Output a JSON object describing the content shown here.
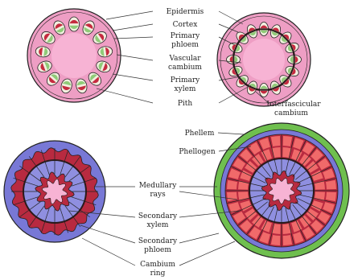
{
  "colors": {
    "pink": "#ee9ec4",
    "pith_pink": "#f7b3d4",
    "bundle_red": "#c52a3f",
    "bundle_green": "#8fcb78",
    "bundle_cream": "#f3eee0",
    "cambium_dark": "#2a1a1a",
    "secondary_phloem": "#b82a40",
    "secondary_xylem": "#8f8fe0",
    "periderm_green": "#6fbf4f",
    "phellogen_blue": "#7878d6",
    "salmon": "#f06a6a",
    "outline": "#222222"
  },
  "labels": {
    "epidermis": "Epidermis",
    "cortex": "Cortex",
    "primary_phloem_1": "Primary",
    "primary_phloem_2": "phloem",
    "vascular_cambium_1": "Vascular",
    "vascular_cambium_2": "cambium",
    "primary_xylem_1": "Primary",
    "primary_xylem_2": "xylem",
    "pith": "Pith",
    "interfascicular_1": "Interfascicular",
    "interfascicular_2": "cambium",
    "phellem": "Phellem",
    "phellogen": "Phellogen",
    "medullary_1": "Medullary",
    "medullary_2": "rays",
    "secondary_xylem_1": "Secondary",
    "secondary_xylem_2": "xylem",
    "secondary_phloem_1": "Secondary",
    "secondary_phloem_2": "phloem",
    "cambium_ring_1": "Cambium",
    "cambium_ring_2": "ring"
  }
}
